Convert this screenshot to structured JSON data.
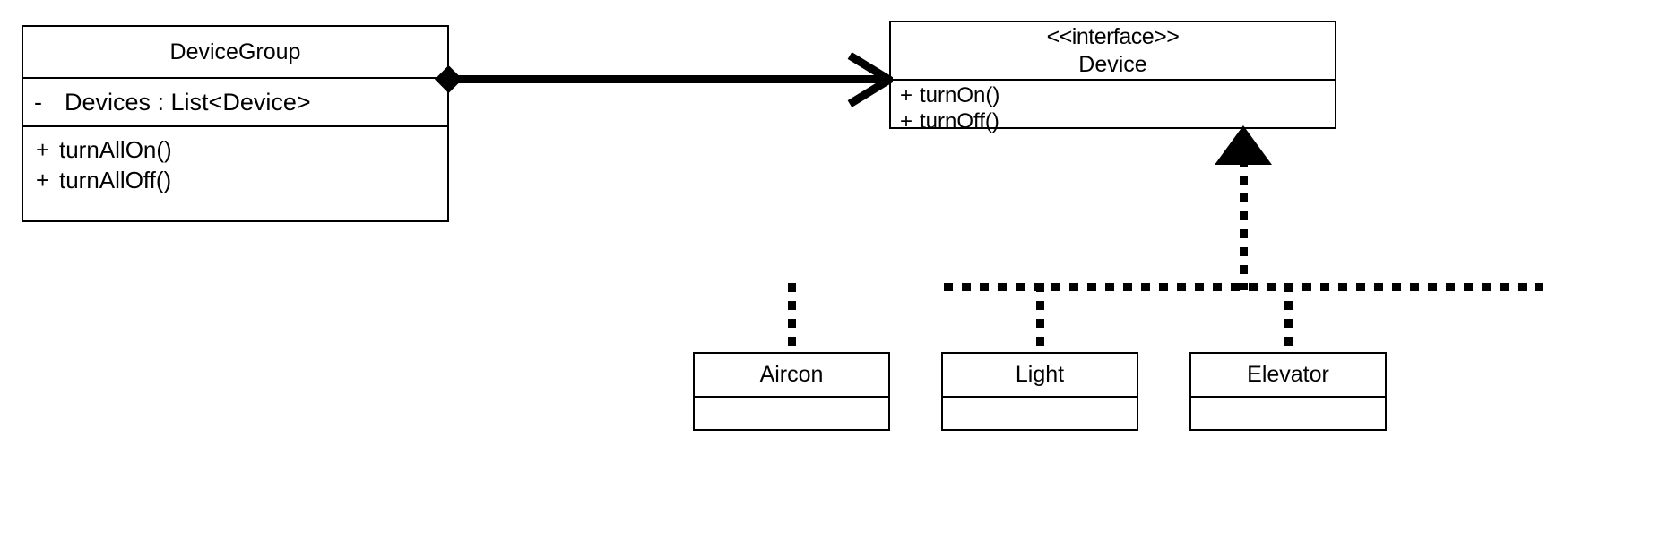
{
  "diagram": {
    "title": "Device Group UML Class Diagram",
    "type": "uml-class-diagram",
    "background_color": "#ffffff",
    "line_color": "#000000"
  },
  "classes": {
    "device_group": {
      "name": "DeviceGroup",
      "attributes": [
        {
          "visibility": "-",
          "text": "Devices : List<Device>"
        }
      ],
      "methods": [
        {
          "visibility": "+",
          "text": "turnAllOn()"
        },
        {
          "visibility": "+",
          "text": "turnAllOff()"
        }
      ]
    },
    "device": {
      "stereotype": "<<interface>>",
      "name": "Device",
      "methods": [
        {
          "visibility": "+",
          "text": "turnOn()"
        },
        {
          "visibility": "+",
          "text": "turnOff()"
        }
      ]
    },
    "aircon": {
      "name": "Aircon",
      "attributes": [],
      "methods": []
    },
    "light": {
      "name": "Light",
      "attributes": [],
      "methods": []
    },
    "elevator": {
      "name": "Elevator",
      "attributes": [],
      "methods": []
    }
  },
  "relationships": [
    {
      "kind": "composition",
      "source": "DeviceGroup",
      "target": "Device",
      "source_decoration": "filled-diamond",
      "target_decoration": "open-arrow",
      "line_style": "solid"
    },
    {
      "kind": "realization",
      "source": "Aircon",
      "target": "Device",
      "target_decoration": "filled-triangle",
      "line_style": "dotted"
    },
    {
      "kind": "realization",
      "source": "Light",
      "target": "Device",
      "target_decoration": "filled-triangle",
      "line_style": "dotted"
    },
    {
      "kind": "realization",
      "source": "Elevator",
      "target": "Device",
      "target_decoration": "filled-triangle",
      "line_style": "dotted"
    }
  ]
}
